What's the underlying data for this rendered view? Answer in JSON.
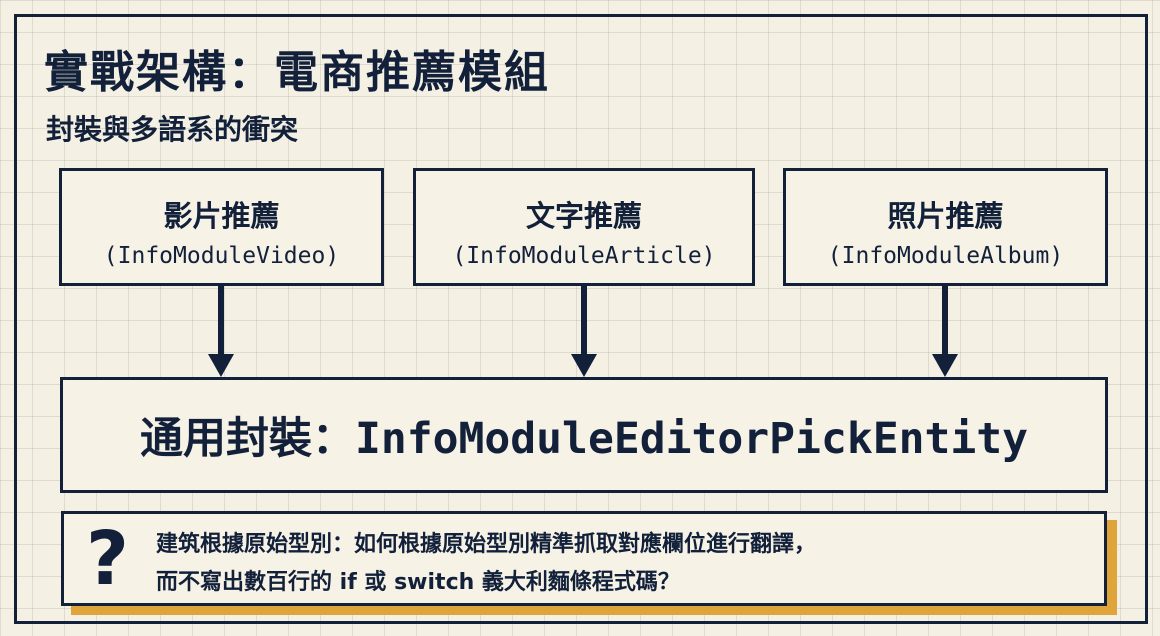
{
  "title": "實戰架構：電商推薦模組",
  "subtitle": "封裝與多語系的衝突",
  "modules": [
    {
      "name": "影片推薦",
      "class_name": "(InfoModuleVideo)"
    },
    {
      "name": "文字推薦",
      "class_name": "(InfoModuleArticle)"
    },
    {
      "name": "照片推薦",
      "class_name": "(InfoModuleAlbum)"
    }
  ],
  "entity": {
    "label": "通用封裝：",
    "class_name": "InfoModuleEditorPickEntity"
  },
  "question": {
    "mark": "?",
    "line1": "建筑根據原始型別：如何根據原始型別精準抓取對應欄位進行翻譯，",
    "line2": "而不寫出數百行的 if 或 switch 義大利麵條程式碼？"
  },
  "colors": {
    "ink": "#12203a",
    "background": "#f4f0e4",
    "accent_shadow": "#e0a53a"
  }
}
